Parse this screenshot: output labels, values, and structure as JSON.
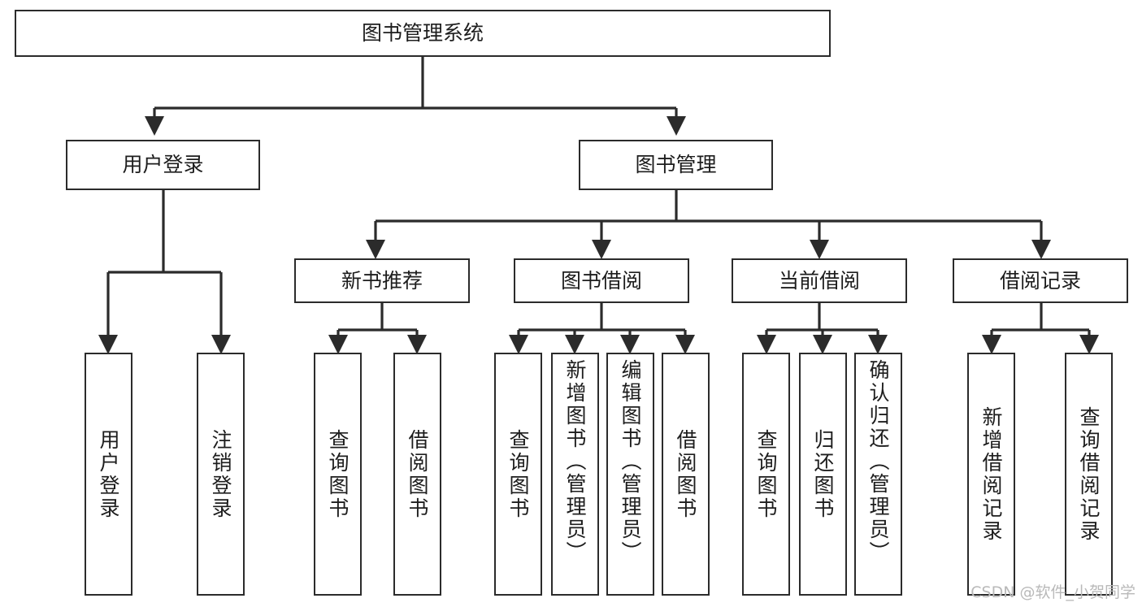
{
  "diagram": {
    "type": "tree-hierarchy",
    "title": "图书管理系统",
    "watermark": "CSDN @软件_小贺同学",
    "colors": {
      "box_border": "#2b2b2b",
      "box_fill": "#ffffff",
      "edge": "#2b2b2b",
      "text": "#1d1d1d",
      "watermark": "#b9b9b9",
      "background": "#ffffff"
    },
    "nodes": {
      "root": {
        "label": "图书管理系统"
      },
      "level2": [
        {
          "id": "user-login",
          "label": "用户登录"
        },
        {
          "id": "book-management",
          "label": "图书管理"
        }
      ],
      "level3": [
        {
          "id": "new-book-recommend",
          "label": "新书推荐"
        },
        {
          "id": "book-borrow",
          "label": "图书借阅"
        },
        {
          "id": "current-borrow",
          "label": "当前借阅"
        },
        {
          "id": "borrow-record",
          "label": "借阅记录"
        }
      ],
      "leaves": {
        "user-login": [
          {
            "id": "leaf-user-login",
            "label": "用户登录"
          },
          {
            "id": "leaf-logout-login",
            "label": "注销登录"
          }
        ],
        "new-book-recommend": [
          {
            "id": "leaf-query-book-1",
            "label": "查询图书"
          },
          {
            "id": "leaf-borrow-book-1",
            "label": "借阅图书"
          }
        ],
        "book-borrow": [
          {
            "id": "leaf-query-book-2",
            "label": "查询图书"
          },
          {
            "id": "leaf-add-book",
            "label": "新增图书（管理员）"
          },
          {
            "id": "leaf-edit-book",
            "label": "编辑图书（管理员）"
          },
          {
            "id": "leaf-borrow-book-2",
            "label": "借阅图书"
          }
        ],
        "current-borrow": [
          {
            "id": "leaf-query-book-3",
            "label": "查询图书"
          },
          {
            "id": "leaf-return-book",
            "label": "归还图书"
          },
          {
            "id": "leaf-confirm-return",
            "label": "确认归还（管理员）"
          }
        ],
        "borrow-record": [
          {
            "id": "leaf-add-record",
            "label": "新增借阅记录"
          },
          {
            "id": "leaf-query-record",
            "label": "查询借阅记录"
          }
        ]
      }
    }
  }
}
